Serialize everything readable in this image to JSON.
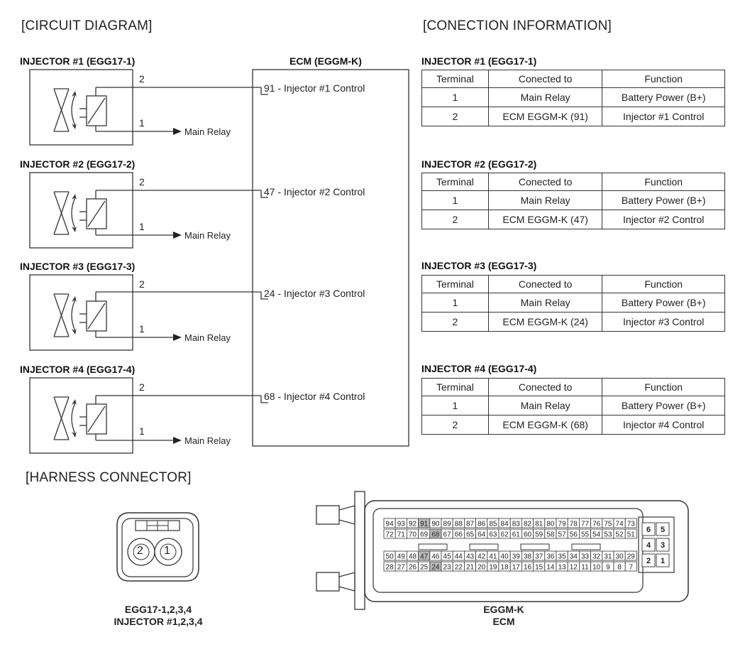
{
  "circuit_title": "[CIRCUIT DIAGRAM]",
  "connection_title": "[CONECTION INFORMATION]",
  "harness_title": "[HARNESS CONNECTOR]",
  "ecm_label": "ECM (EGGM-K)",
  "main_relay": "Main Relay",
  "injectors": [
    {
      "title": "INJECTOR #1 (EGG17-1)",
      "pin_top": "2",
      "pin_bottom": "1",
      "ecm_pin": "91 - Injector #1 Control"
    },
    {
      "title": "INJECTOR #2 (EGG17-2)",
      "pin_top": "2",
      "pin_bottom": "1",
      "ecm_pin": "47 - Injector #2 Control"
    },
    {
      "title": "INJECTOR #3 (EGG17-3)",
      "pin_top": "2",
      "pin_bottom": "1",
      "ecm_pin": "24 - Injector #3 Control"
    },
    {
      "title": "INJECTOR #4 (EGG17-4)",
      "pin_top": "2",
      "pin_bottom": "1",
      "ecm_pin": "68 - Injector #4 Control"
    }
  ],
  "table_headers": [
    "Terminal",
    "Conected to",
    "Function"
  ],
  "tables": [
    {
      "title": "INJECTOR #1 (EGG17-1)",
      "rows": [
        [
          "1",
          "Main Relay",
          "Battery Power (B+)"
        ],
        [
          "2",
          "ECM EGGM-K (91)",
          "Injector #1 Control"
        ]
      ]
    },
    {
      "title": "INJECTOR #2 (EGG17-2)",
      "rows": [
        [
          "1",
          "Main Relay",
          "Battery Power (B+)"
        ],
        [
          "2",
          "ECM EGGM-K (47)",
          "Injector #2 Control"
        ]
      ]
    },
    {
      "title": "INJECTOR #3 (EGG17-3)",
      "rows": [
        [
          "1",
          "Main Relay",
          "Battery Power (B+)"
        ],
        [
          "2",
          "ECM EGGM-K (24)",
          "Injector #3 Control"
        ]
      ]
    },
    {
      "title": "INJECTOR #4 (EGG17-4)",
      "rows": [
        [
          "1",
          "Main Relay",
          "Battery Power (B+)"
        ],
        [
          "2",
          "ECM EGGM-K (68)",
          "Injector #4 Control"
        ]
      ]
    }
  ],
  "harness": {
    "injector_pins": [
      "2",
      "1"
    ],
    "injector_caption": [
      "EGG17-1,2,3,4",
      "INJECTOR #1,2,3,4"
    ],
    "ecm_caption": [
      "EGGM-K",
      "ECM"
    ],
    "ecm_rows": [
      [
        "94",
        "93",
        "92",
        "91",
        "90",
        "89",
        "88",
        "87",
        "86",
        "85",
        "84",
        "83",
        "82",
        "81",
        "80",
        "79",
        "78",
        "77",
        "76",
        "75",
        "74",
        "73"
      ],
      [
        "72",
        "71",
        "70",
        "69",
        "68",
        "67",
        "66",
        "65",
        "64",
        "63",
        "62",
        "61",
        "60",
        "59",
        "58",
        "57",
        "56",
        "55",
        "54",
        "53",
        "52",
        "51"
      ],
      [
        "50",
        "49",
        "48",
        "47",
        "46",
        "45",
        "44",
        "43",
        "42",
        "41",
        "40",
        "39",
        "38",
        "37",
        "36",
        "35",
        "34",
        "33",
        "32",
        "31",
        "30",
        "29"
      ],
      [
        "28",
        "27",
        "26",
        "25",
        "24",
        "23",
        "22",
        "21",
        "20",
        "19",
        "18",
        "17",
        "16",
        "15",
        "14",
        "13",
        "12",
        "11",
        "10",
        "9",
        "8",
        "7"
      ]
    ],
    "ecm_highlight": [
      "91",
      "68",
      "47",
      "24"
    ],
    "ecm_side_pins": [
      [
        "6",
        "5"
      ],
      [
        "4",
        "3"
      ],
      [
        "2",
        "1"
      ]
    ]
  }
}
